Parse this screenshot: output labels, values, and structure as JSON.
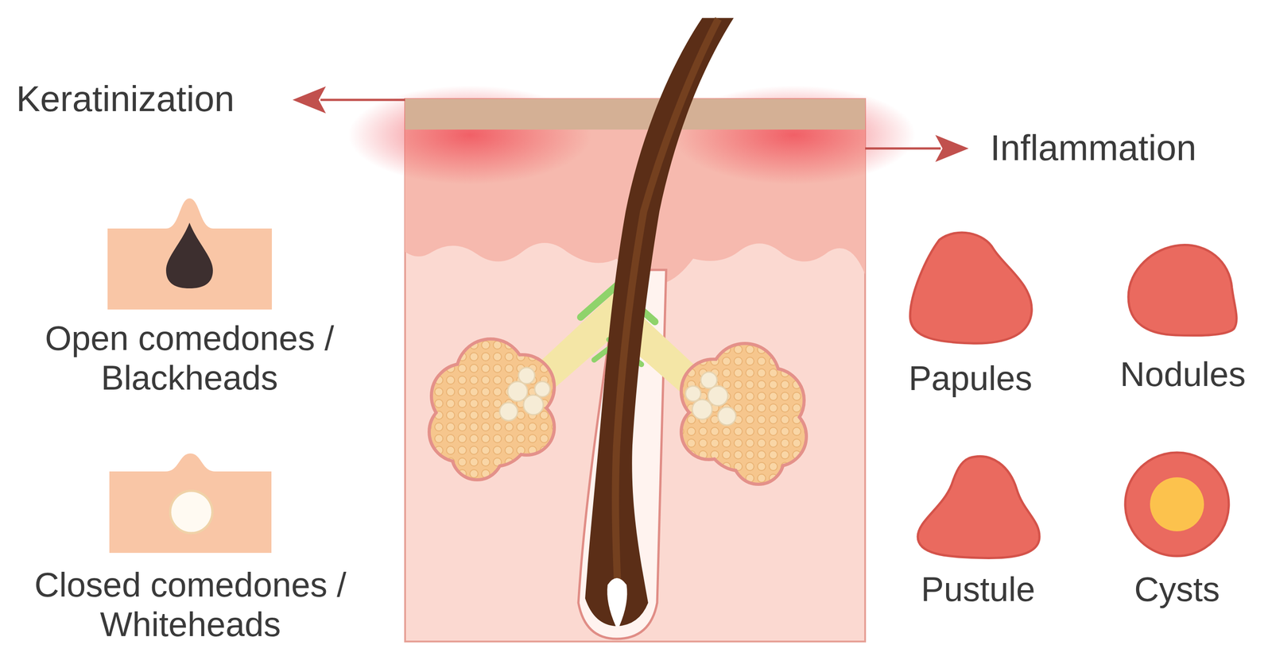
{
  "diagram": {
    "nodes": [
      {
        "text": [
          "Open comedones / Blackheads"
        ]
      },
      {
        "text": [
          "Closed comedones / Whiteheads"
        ]
      },
      {
        "text": [
          "Papules"
        ]
      },
      {
        "text": [
          "Nodules"
        ]
      },
      {
        "text": [
          "Pustule"
        ]
      },
      {
        "text": [
          "Cysts"
        ]
      }
    ],
    "labels": [
      "Keratinization",
      "Inflammation"
    ]
  }
}
